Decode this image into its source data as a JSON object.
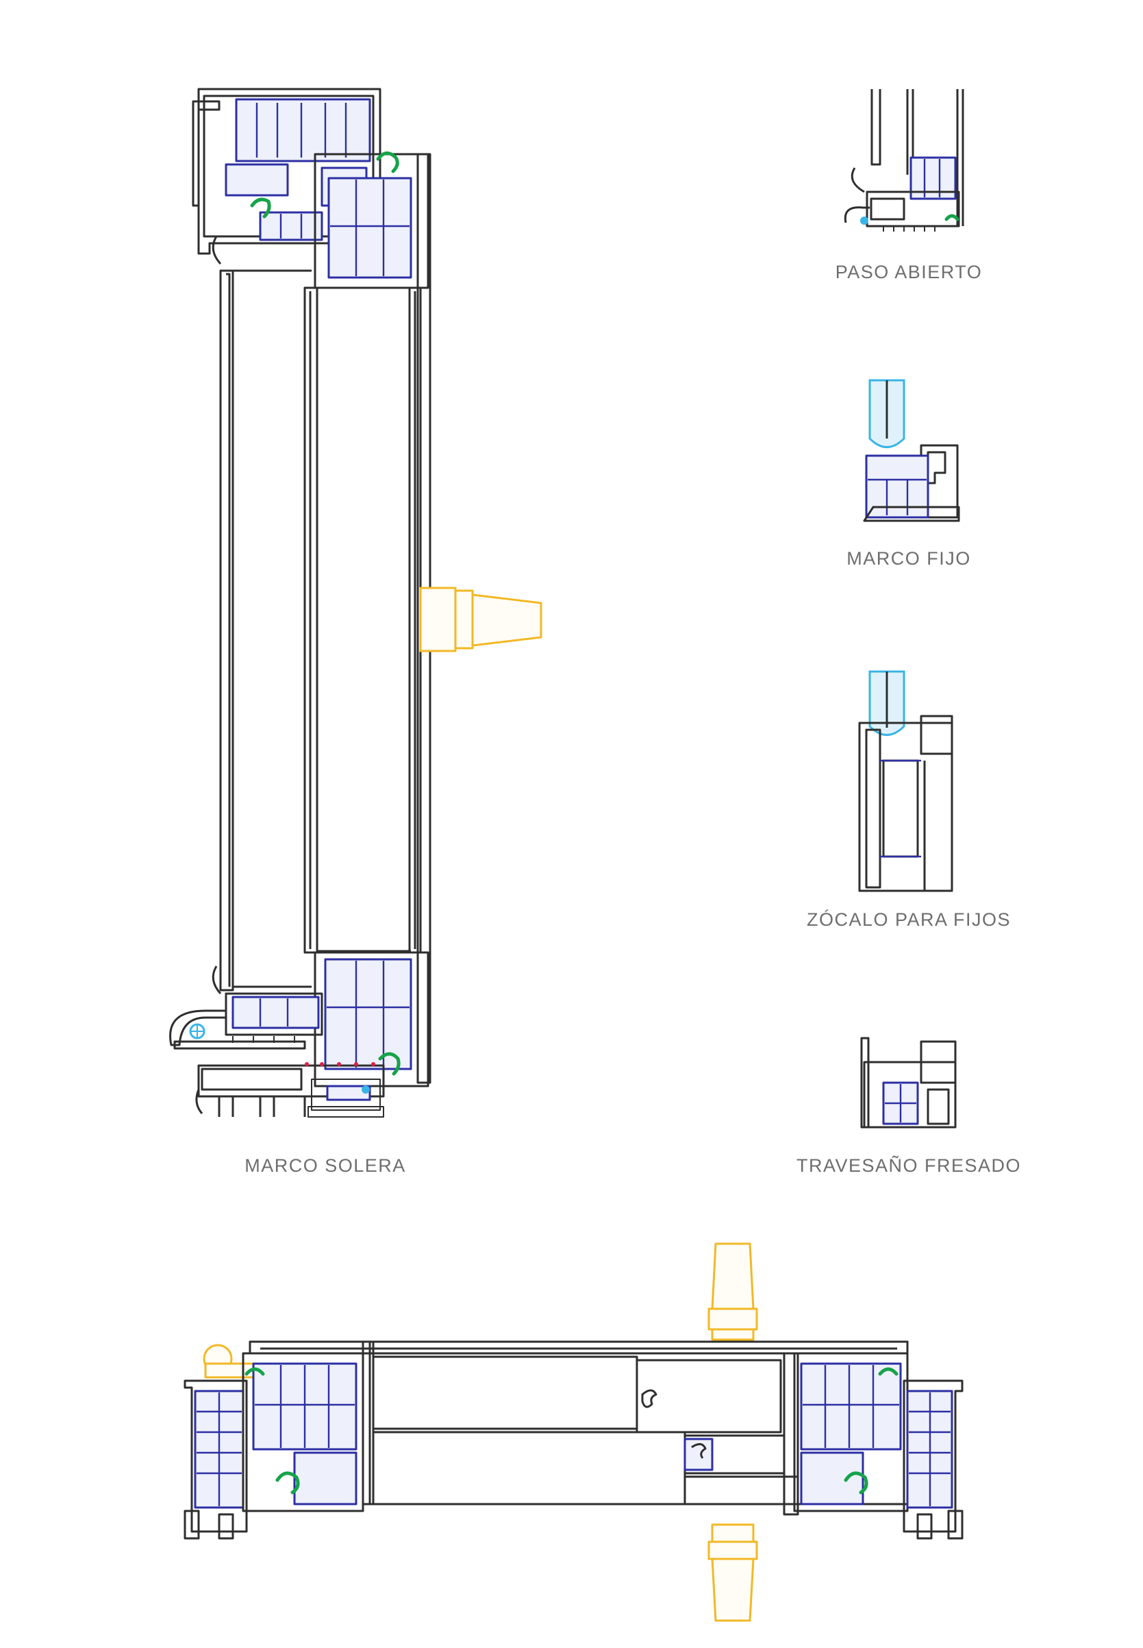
{
  "captions": {
    "marco_solera": "MARCO SOLERA",
    "paso_abierto": "PASO ABIERTO",
    "marco_fijo": "MARCO FIJO",
    "zocalo_para_fijos": "ZÓCALO PARA FIJOS",
    "travesano_fresado": "TRAVESAÑO FRESADO"
  },
  "colors": {
    "profile_outline": "#2e2e2e",
    "pvc_chambers": "#2c2fa3",
    "gaskets": "#16a34a",
    "handle": "#f2b826",
    "glazing": "#39b4e6",
    "drain_marks": "#e11d48",
    "caption_text": "#6d6d6d"
  }
}
